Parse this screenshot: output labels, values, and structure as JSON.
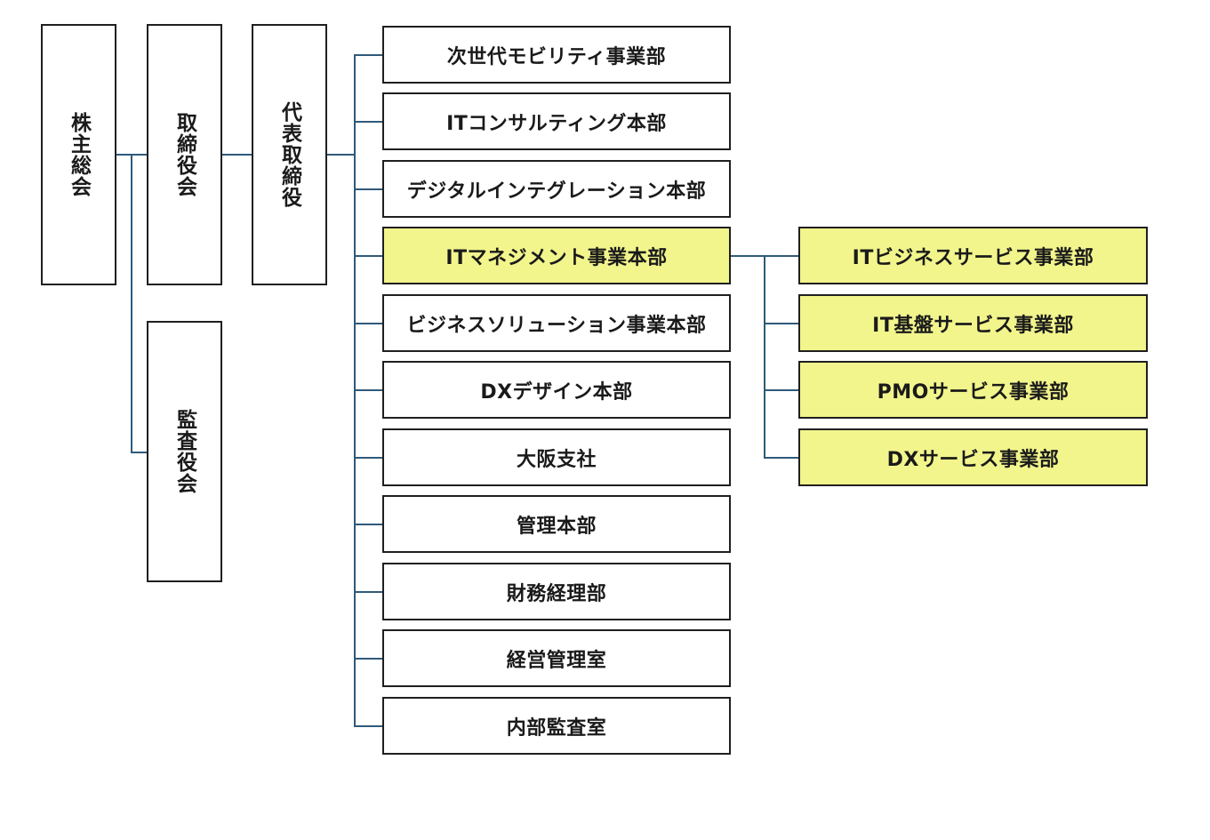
{
  "top_boxes": {
    "shareholders": "株主総会",
    "board": "取締役会",
    "president": "代表取締役",
    "auditors": "監査役会"
  },
  "departments": [
    "次世代モビリティ事業部",
    "ITコンサルティング本部",
    "デジタルインテグレーション本部",
    "ITマネジメント事業本部",
    "ビジネスソリューション事業本部",
    "DXデザイン本部",
    "大阪支社",
    "管理本部",
    "財務経理部",
    "経営管理室",
    "内部監査室"
  ],
  "sub_departments": [
    "ITビジネスサービス事業部",
    "IT基盤サービス事業部",
    "PMOサービス事業部",
    "DXサービス事業部"
  ],
  "highlight_color": "#f2f58c",
  "line_color": "#2f5a7a"
}
